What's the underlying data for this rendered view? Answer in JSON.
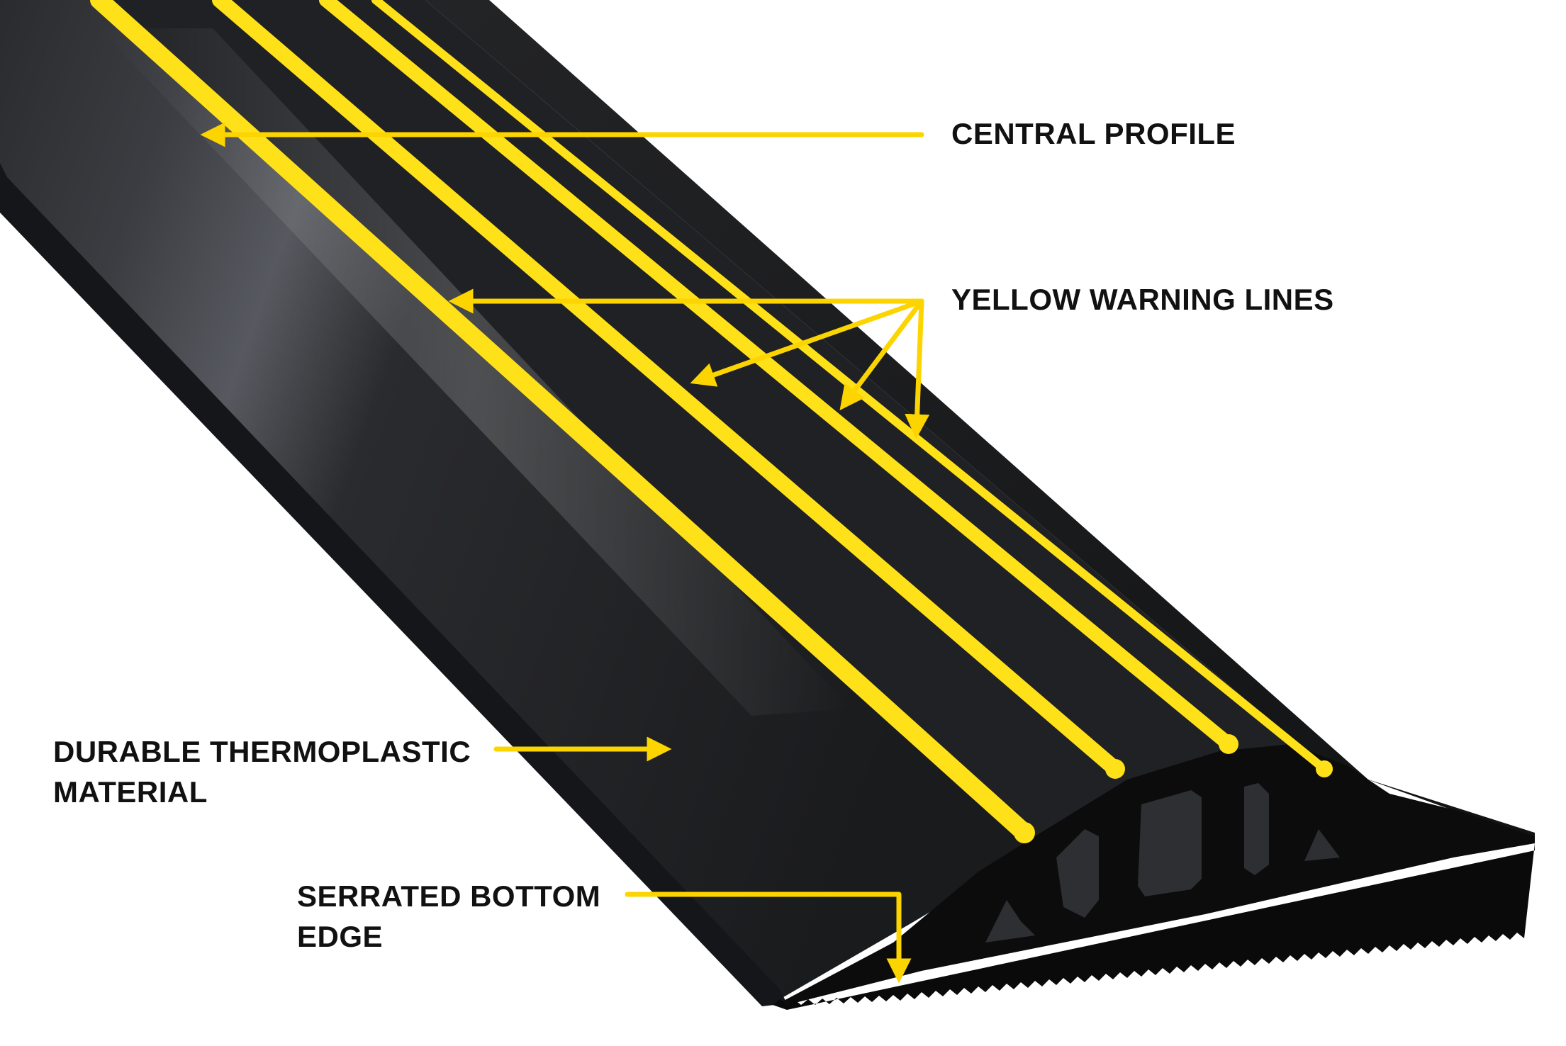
{
  "labels": {
    "central_profile": "CENTRAL PROFILE",
    "yellow_warning_lines": "YELLOW WARNING LINES",
    "durable_line1": "DURABLE THERMOPLASTIC",
    "durable_line2": "MATERIAL",
    "serrated_line1": "SERRATED BOTTOM",
    "serrated_line2": "EDGE"
  },
  "colors": {
    "background": "#ffffff",
    "strip_body": "#1e1f21",
    "strip_highlight": "#5a5d63",
    "warning_yellow": "#ffe11a",
    "arrow_yellow": "#fcd400",
    "label_text": "#111111"
  }
}
